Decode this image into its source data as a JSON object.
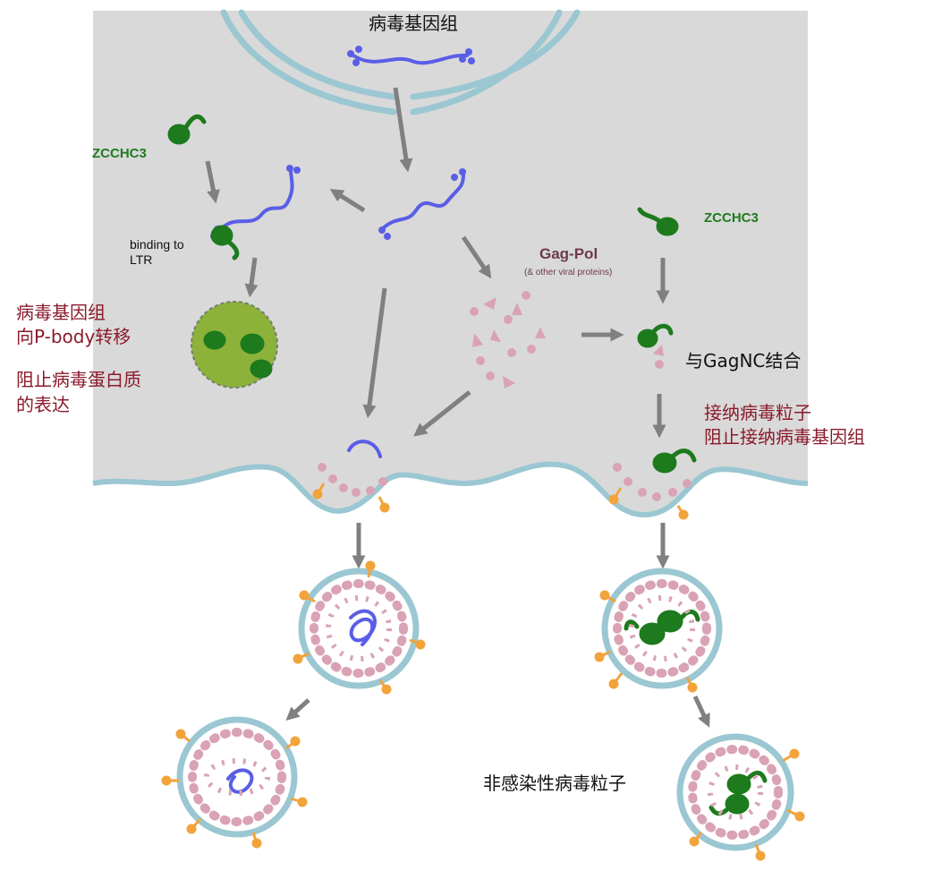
{
  "labels": {
    "viral_genome": "病毒基因组",
    "zcchc3_left": "ZCCHC3",
    "zcchc3_right": "ZCCHC3",
    "binding_line1": "binding to",
    "binding_line2": "LTR",
    "pbody_line1": "病毒基因组",
    "pbody_line2": "向P-body转移",
    "block_line1": "阻止病毒蛋白质",
    "block_line2": "的表达",
    "gag_pol": "Gag-Pol",
    "gag_pol_sub": "(& other viral proteins)",
    "gagnc": "与GagNC结合",
    "accept_line1": "接纳病毒粒子",
    "accept_line2": "阻止接纳病毒基因组",
    "noninfectious": "非感染性病毒粒子"
  },
  "colors": {
    "cytoplasm": "#d9d9d9",
    "membrane": "#9ac7d2",
    "rna": "#5a5ee6",
    "zcchc3": "#1d7a1d",
    "gag": "#d9a3b5",
    "envelope_spike": "#f2a33a",
    "arrow": "#808080",
    "pbody": "#8db23a"
  }
}
